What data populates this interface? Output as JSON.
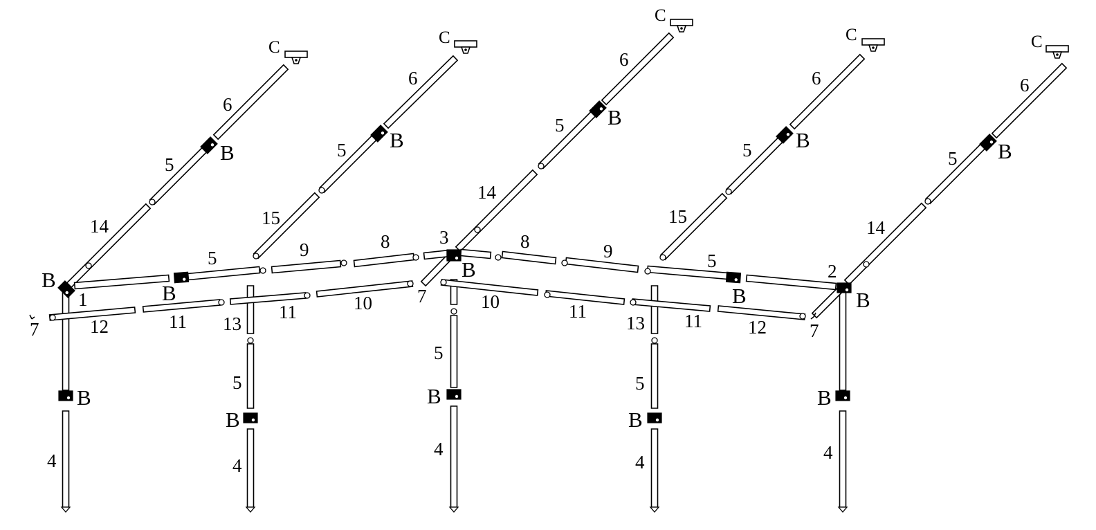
{
  "diagram": {
    "part_numbers": {
      "p1": "1",
      "p2": "2",
      "p3": "3",
      "p4": "4",
      "p5": "5",
      "p6": "6",
      "p7": "7",
      "p8": "8",
      "p9": "9",
      "p10": "10",
      "p11": "11",
      "p12": "12",
      "p13": "13",
      "p14": "14",
      "p15": "15"
    },
    "letters": {
      "bracket": "B",
      "cap": "C"
    },
    "colors": {
      "line": "#000000",
      "fill": "#ffffff",
      "joint": "#000000"
    }
  }
}
